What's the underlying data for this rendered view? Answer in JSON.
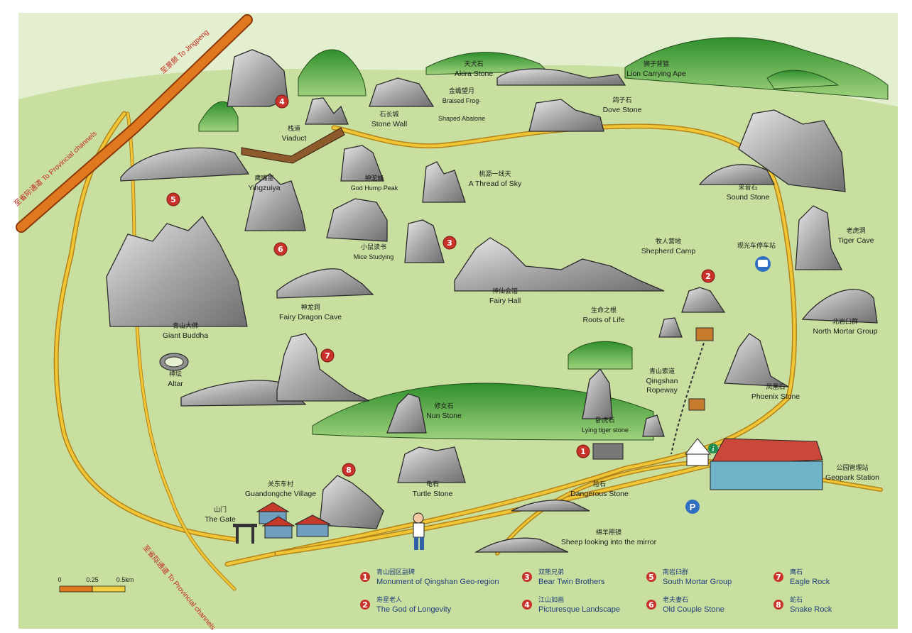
{
  "colors": {
    "background": "#dde9c4",
    "ground": "#c4dc9a",
    "mountain_green": "#3f9b3a",
    "rock_gray": "#8f8f8f",
    "road_yellow": "#e9b928",
    "road_orange": "#d46a1a",
    "marker_red": "#c8322a",
    "legend_text": "#1f3f7a",
    "water_blue": "#2f6fc4"
  },
  "roads": [
    {
      "cn": "至景颇",
      "en": "To Jingpeng"
    },
    {
      "cn": "至省际通道",
      "en": "To Provincial channels"
    },
    {
      "cn": "至省际通道",
      "en": "To Provincial channels"
    }
  ],
  "places": [
    {
      "cn": "天犬石",
      "en": "Akira Stone"
    },
    {
      "cn": "狮子背猿",
      "en": "Lion Carrying Ape"
    },
    {
      "cn": "金蟾望月",
      "en": "Braised Frog-"
    },
    {
      "cn": "",
      "en": "Shaped Abalone"
    },
    {
      "cn": "石长城",
      "en": "Stone Wall"
    },
    {
      "cn": "鸽子石",
      "en": "Dove Stone"
    },
    {
      "cn": "栈道",
      "en": "Viaduct"
    },
    {
      "cn": "鹰嘴崖",
      "en": "Yingzuiya"
    },
    {
      "cn": "神驼峰",
      "en": "God Hump Peak"
    },
    {
      "cn": "桃源一线天",
      "en": "A Thread of Sky"
    },
    {
      "cn": "来音石",
      "en": "Sound Stone"
    },
    {
      "cn": "老虎洞",
      "en": "Tiger Cave"
    },
    {
      "cn": "观光车停车站",
      "en": ""
    },
    {
      "cn": "小鼠读书",
      "en": "Mice Studying"
    },
    {
      "cn": "牧人营地",
      "en": "Shepherd Camp"
    },
    {
      "cn": "神仙会馆",
      "en": "Fairy Hall"
    },
    {
      "cn": "神龙洞",
      "en": "Fairy Dragon Cave"
    },
    {
      "cn": "生命之根",
      "en": "Roots of Life"
    },
    {
      "cn": "北岩臼群",
      "en": "North Mortar Group"
    },
    {
      "cn": "青山大佛",
      "en": "Giant Buddha"
    },
    {
      "cn": "神坛",
      "en": "Altar"
    },
    {
      "cn": "青山索道",
      "en": "Qingshan"
    },
    {
      "cn": "",
      "en": "Ropeway"
    },
    {
      "cn": "凤凰石",
      "en": "Phoenix Stone"
    },
    {
      "cn": "修女石",
      "en": "Nun Stone"
    },
    {
      "cn": "卧虎石",
      "en": "Lying tiger stone"
    },
    {
      "cn": "公园管理站",
      "en": "Geopark Station"
    },
    {
      "cn": "关东车村",
      "en": "Guandongche Village"
    },
    {
      "cn": "龟石",
      "en": "Turtle Stone"
    },
    {
      "cn": "险石",
      "en": "Dangerous Stone"
    },
    {
      "cn": "山门",
      "en": "The Gate"
    },
    {
      "cn": "绵羊照镜",
      "en": "Sheep looking into the mirror"
    }
  ],
  "markers": [
    "1",
    "2",
    "3",
    "4",
    "5",
    "6",
    "7",
    "8"
  ],
  "map_icons": [
    "info-icon",
    "parking-icon",
    "bus-icon",
    "hiker-icon"
  ],
  "parking_letter": "P",
  "scale": {
    "labels": [
      "0",
      "0.25",
      "0.5km"
    ]
  },
  "legend": [
    {
      "num": "1",
      "cn": "青山园区副碑",
      "en": "Monument of Qingshan Geo-region"
    },
    {
      "num": "2",
      "cn": "寿星老人",
      "en": "The God of Longevity"
    },
    {
      "num": "3",
      "cn": "双熊兄弟",
      "en": "Bear Twin Brothers"
    },
    {
      "num": "4",
      "cn": "江山如画",
      "en": "Picturesque Landscape"
    },
    {
      "num": "5",
      "cn": "南岩臼群",
      "en": "South Mortar Group"
    },
    {
      "num": "6",
      "cn": "老夫妻石",
      "en": "Old Couple Stone"
    },
    {
      "num": "7",
      "cn": "鹰石",
      "en": "Eagle Rock"
    },
    {
      "num": "8",
      "cn": "蛇石",
      "en": "Snake Rock"
    }
  ]
}
